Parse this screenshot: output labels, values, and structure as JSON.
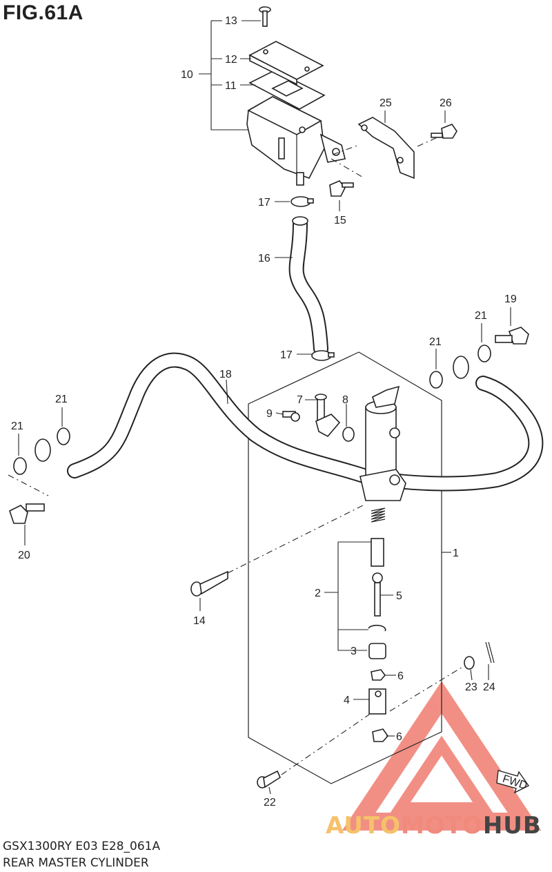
{
  "figure": {
    "title": "FIG.61A",
    "model_code": "GSX1300RY E03 E28_061A",
    "caption": "REAR MASTER CYLINDER"
  },
  "callouts": [
    "1",
    "2",
    "3",
    "4",
    "5",
    "6",
    "6",
    "7",
    "8",
    "9",
    "10",
    "11",
    "12",
    "13",
    "14",
    "15",
    "16",
    "17",
    "17",
    "18",
    "19",
    "20",
    "21",
    "21",
    "21",
    "21",
    "22",
    "23",
    "24",
    "25",
    "26"
  ],
  "watermark": {
    "brand_parts": [
      "AUTO",
      "MOTO",
      "HUB"
    ],
    "colors": {
      "auto": "#f5c26b",
      "moto": "#f08a7c",
      "hub": "#444444",
      "triangle": "#f07c70"
    }
  },
  "fwd_tag": "FWD"
}
